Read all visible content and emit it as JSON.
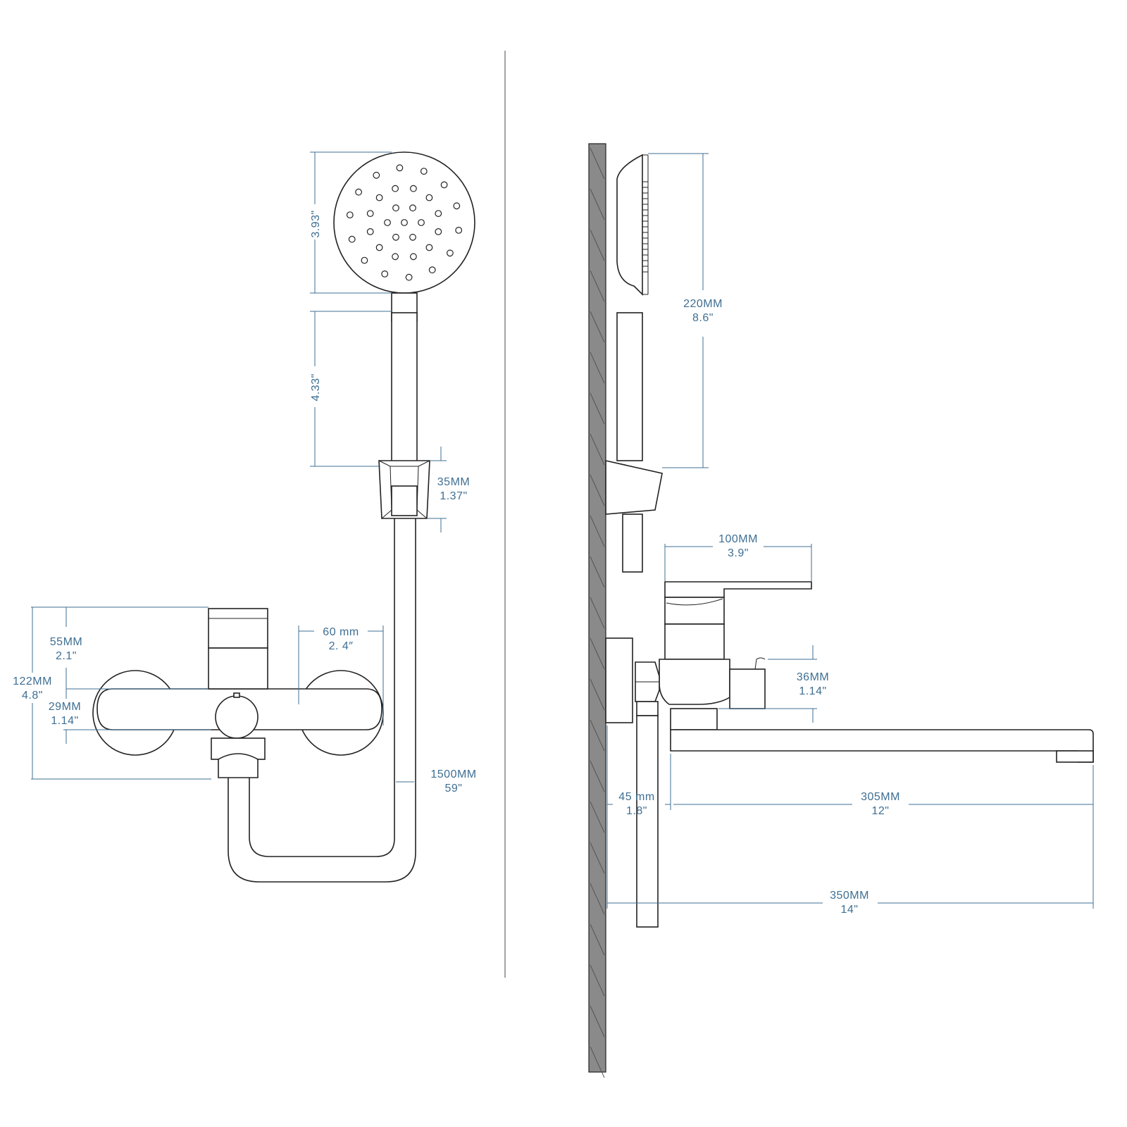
{
  "colors": {
    "dimension": "#3f6f93",
    "outline": "#222222",
    "wall": "#8a8a8a",
    "background": "#ffffff"
  },
  "front_view": {
    "head_diameter": "3.93\"",
    "handle_length": "4.33\"",
    "holder_height_mm": "35MM",
    "holder_height_in": "1.37\"",
    "lever_height_mm": "55MM",
    "lever_height_in": "2.1\"",
    "total_height_mm": "122MM",
    "total_height_in": "4.8\"",
    "body_height_mm": "29MM",
    "body_height_in": "1.14\"",
    "escutcheon_mm": "60 mm",
    "escutcheon_in": "2. 4″",
    "hose_mm": "1500MM",
    "hose_in": "59\""
  },
  "side_view": {
    "riser_mm": "220MM",
    "riser_in": "8.6\"",
    "lever_mm": "100MM",
    "lever_in": "3.9\"",
    "diverter_mm": "36MM",
    "diverter_in": "1.14\"",
    "offset_mm": "45 mm",
    "offset_in": "1.8\"",
    "spout_mm": "305MM",
    "spout_in": "12\"",
    "projection_mm": "350MM",
    "projection_in": "14\""
  }
}
